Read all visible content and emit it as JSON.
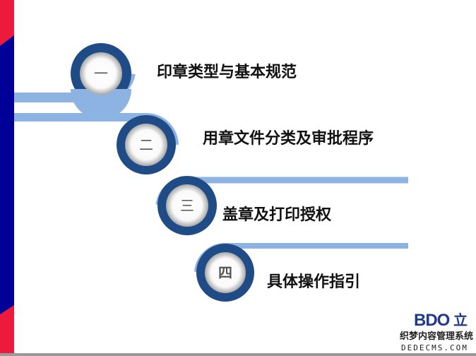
{
  "colors": {
    "red": "#ee1a3c",
    "navy": "#000099",
    "ring": "#1f4b87",
    "band": "#8db3e2"
  },
  "items": [
    {
      "number": "一",
      "label": "印章类型与基本规范"
    },
    {
      "number": "二",
      "label": "用章文件分类及审批程序"
    },
    {
      "number": "三",
      "label": "盖章及打印授权"
    },
    {
      "number": "四",
      "label": "具体操作指引"
    }
  ],
  "logo": {
    "text": "BDO",
    "cn": "立"
  },
  "watermark": {
    "line1": "织梦内容管理系统",
    "line2": "DEDECMS.COM"
  }
}
